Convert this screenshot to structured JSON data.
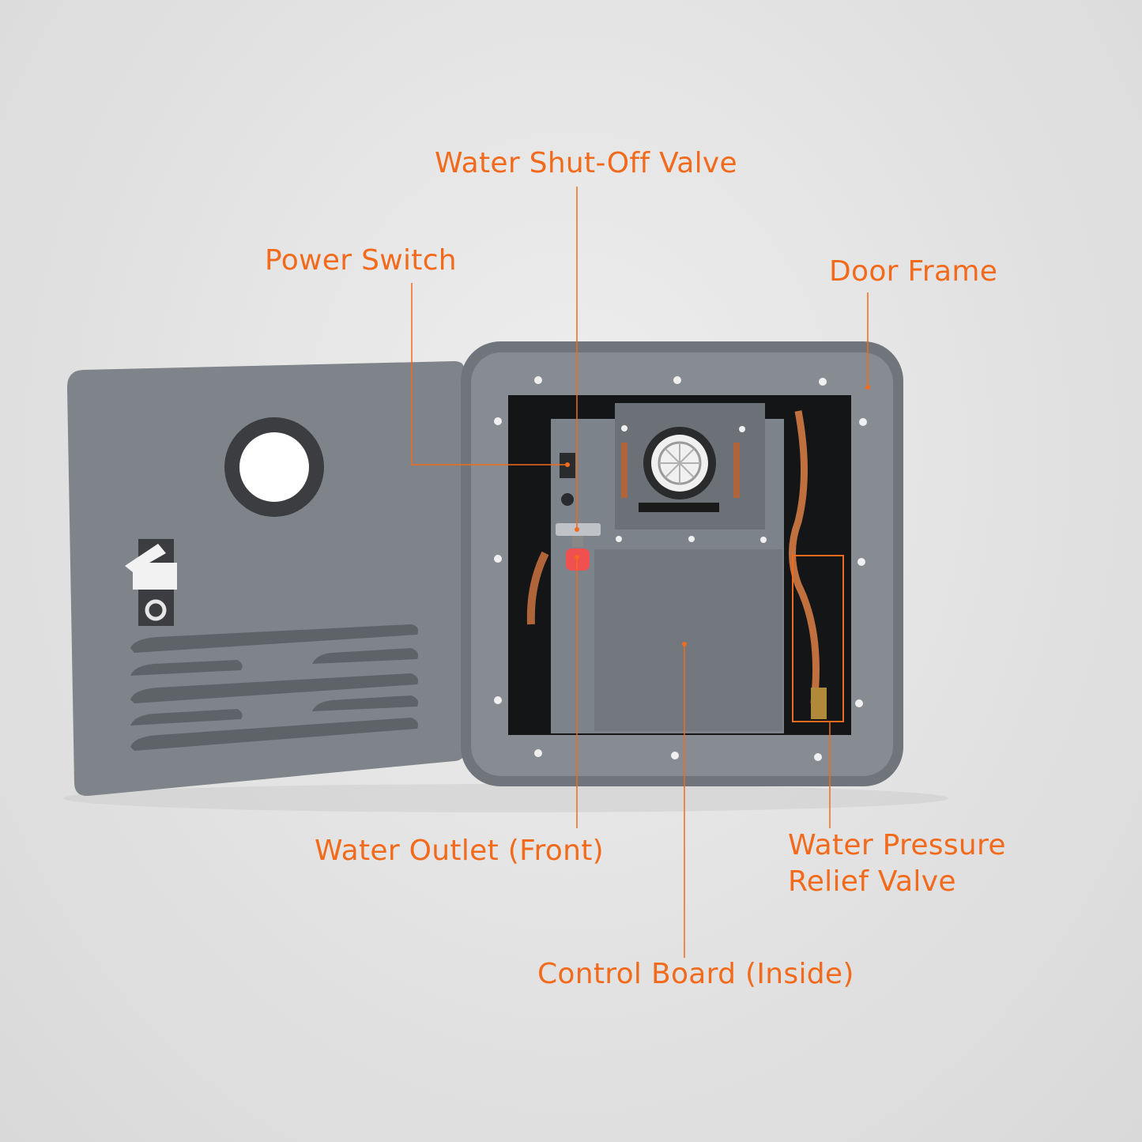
{
  "accent_color": "#f26a1b",
  "labels": {
    "shutoff_valve": "Water Shut-Off Valve",
    "power_switch": "Power Switch",
    "door_frame": "Door Frame",
    "water_outlet": "Water Outlet (Front)",
    "pressure_relief_line1": "Water Pressure",
    "pressure_relief_line2": "Relief Valve",
    "control_board": "Control Board (Inside)"
  }
}
